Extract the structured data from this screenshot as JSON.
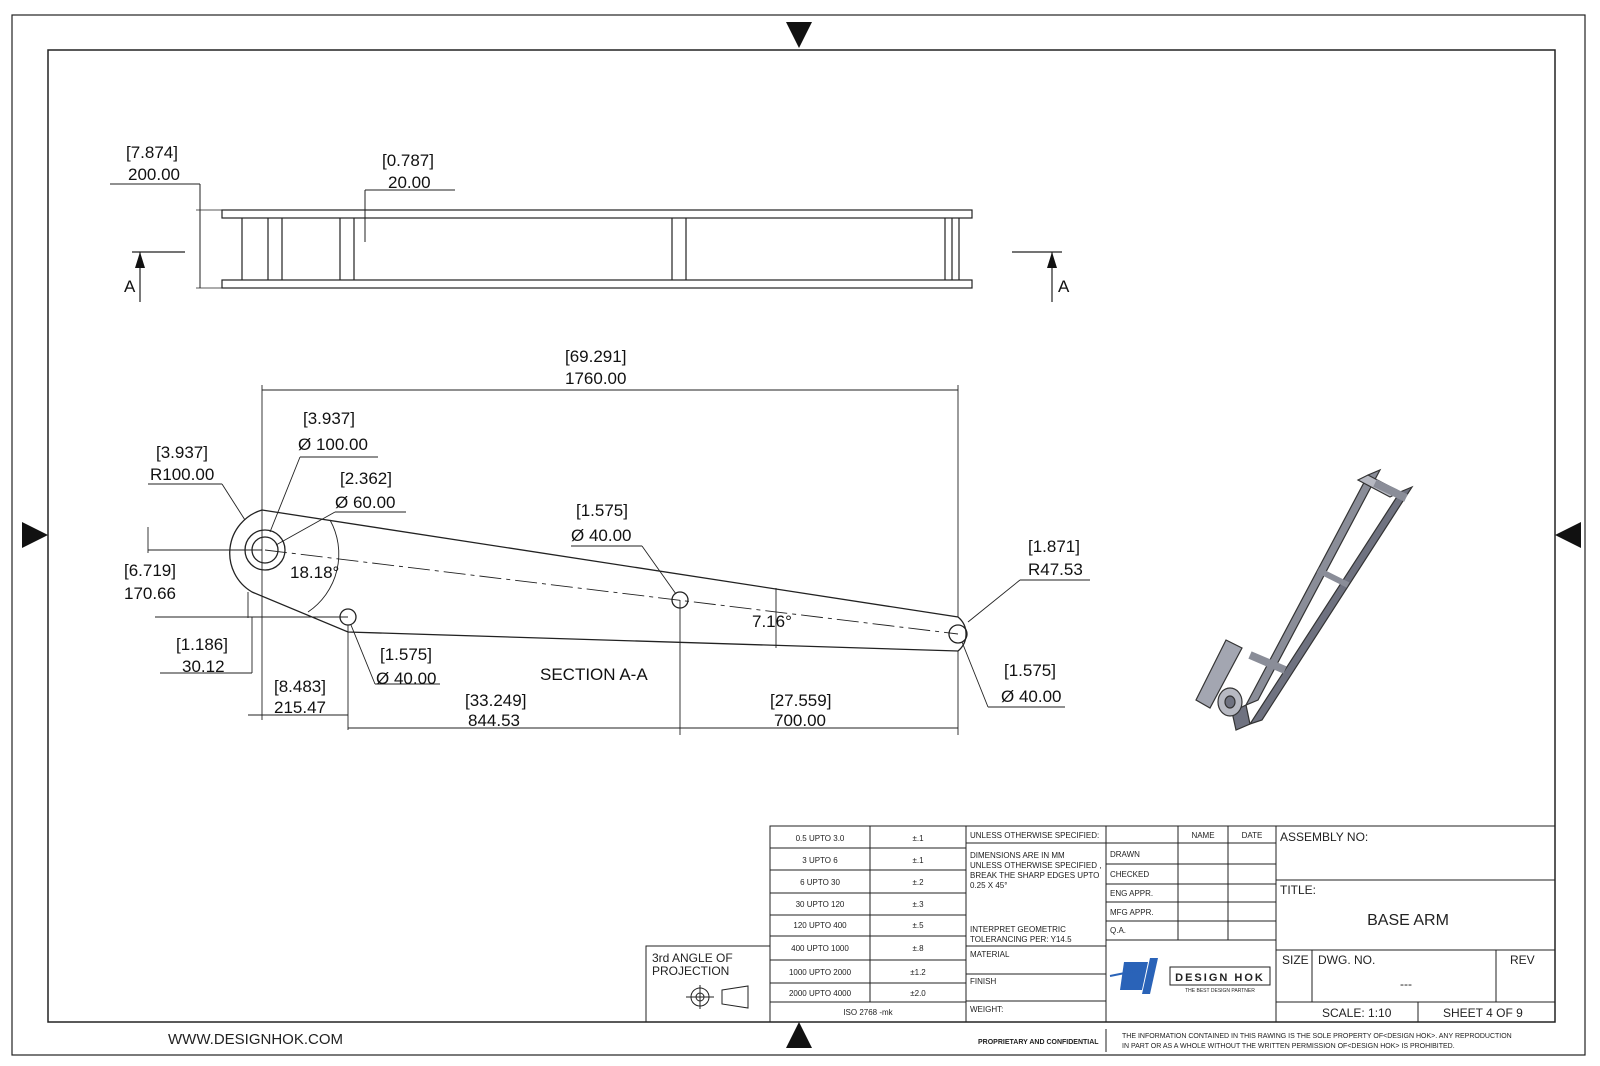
{
  "view_labels": {
    "section_marker": "A",
    "section_title": "SECTION A-A"
  },
  "top_view": {
    "width_in": "[7.874]",
    "width_mm": "200.00",
    "thick_in": "[0.787]",
    "thick_mm": "20.00"
  },
  "section_view": {
    "length_in": "[69.291]",
    "length_mm": "1760.00",
    "bore_big_in": "[3.937]",
    "bore_big_mm": "Ø 100.00",
    "radius_big_in": "[3.937]",
    "radius_big_mm": "R100.00",
    "bore_mid_in": "[2.362]",
    "bore_mid_mm": "Ø 60.00",
    "hole_center_in": "[1.575]",
    "hole_center_mm": "Ø 40.00",
    "radius_end_in": "[1.871]",
    "radius_end_mm": "R47.53",
    "height_in": "[6.719]",
    "height_mm": "170.66",
    "angle_left": "18.18°",
    "angle_right": "7.16°",
    "offset_in": "[1.186]",
    "offset_mm": "30.12",
    "hole_low_in": "[1.575]",
    "hole_low_mm": "Ø 40.00",
    "hole_end_in": "[1.575]",
    "hole_end_mm": "Ø 40.00",
    "dist_a_in": "[8.483]",
    "dist_a_mm": "215.47",
    "dist_b_in": "[33.249]",
    "dist_b_mm": "844.53",
    "dist_c_in": "[27.559]",
    "dist_c_mm": "700.00"
  },
  "tolerance_table": {
    "rows": [
      {
        "range": "0.5 UPTO 3.0",
        "tol": "±.1"
      },
      {
        "range": "3 UPTO 6",
        "tol": "±.1"
      },
      {
        "range": "6 UPTO 30",
        "tol": "±.2"
      },
      {
        "range": "30 UPTO 120",
        "tol": "±.3"
      },
      {
        "range": "120 UPTO 400",
        "tol": "±.5"
      },
      {
        "range": "400 UPTO 1000",
        "tol": "±.8"
      },
      {
        "range": "1000 UPTO 2000",
        "tol": "±1.2"
      },
      {
        "range": "2000 UPTO 4000",
        "tol": "±2.0"
      }
    ],
    "footer": "ISO 2768 -mk"
  },
  "notes": {
    "unless": "UNLESS OTHERWISE SPECIFIED:",
    "dims_line1": "DIMENSIONS ARE IN MM",
    "dims_line2": "UNLESS OTHERWISE SPECIFIED ,",
    "dims_line3": "BREAK THE SHARP EDGES UPTO",
    "dims_line4": "0.25 X 45°",
    "gdt_line1": "INTERPRET GEOMETRIC",
    "gdt_line2": "TOLERANCING PER: Y14.5",
    "material": "MATERIAL",
    "finish": "FINISH",
    "weight": "WEIGHT:"
  },
  "signoff": {
    "name_header": "NAME",
    "date_header": "DATE",
    "rows": [
      "DRAWN",
      "CHECKED",
      "ENG APPR.",
      "MFG APPR.",
      "Q.A."
    ]
  },
  "projection": {
    "line1": "3rd ANGLE OF",
    "line2": "PROJECTION"
  },
  "company": {
    "name": "DESIGN HOK",
    "tagline": "THE BEST DESIGN PARTNER",
    "website": "WWW.DESIGNHOK.COM"
  },
  "title_block": {
    "assembly_label": "ASSEMBLY NO:",
    "title_label": "TITLE:",
    "title": "BASE ARM",
    "size_label": "SIZE",
    "dwg_label": "DWG.  NO.",
    "dwg_no": "---",
    "rev_label": "REV",
    "scale": "SCALE: 1:10",
    "sheet": "SHEET 4 OF 9"
  },
  "footer": {
    "proprietary": "PROPRIETARY AND CONFIDENTIAL",
    "disclaimer_line1": "THE INFORMATION CONTAINED IN THIS RAWING IS THE SOLE PROPERTY OF<DESIGN HOK>.  ANY REPRODUCTION",
    "disclaimer_line2": "IN PART OR AS A WHOLE WITHOUT THE WRITTEN PERMISSION OF<DESIGN HOK> IS PROHIBITED."
  },
  "colors": {
    "line": "#222222",
    "part_fill": "#8a8d98",
    "logo_blue": "#2a63b8"
  }
}
